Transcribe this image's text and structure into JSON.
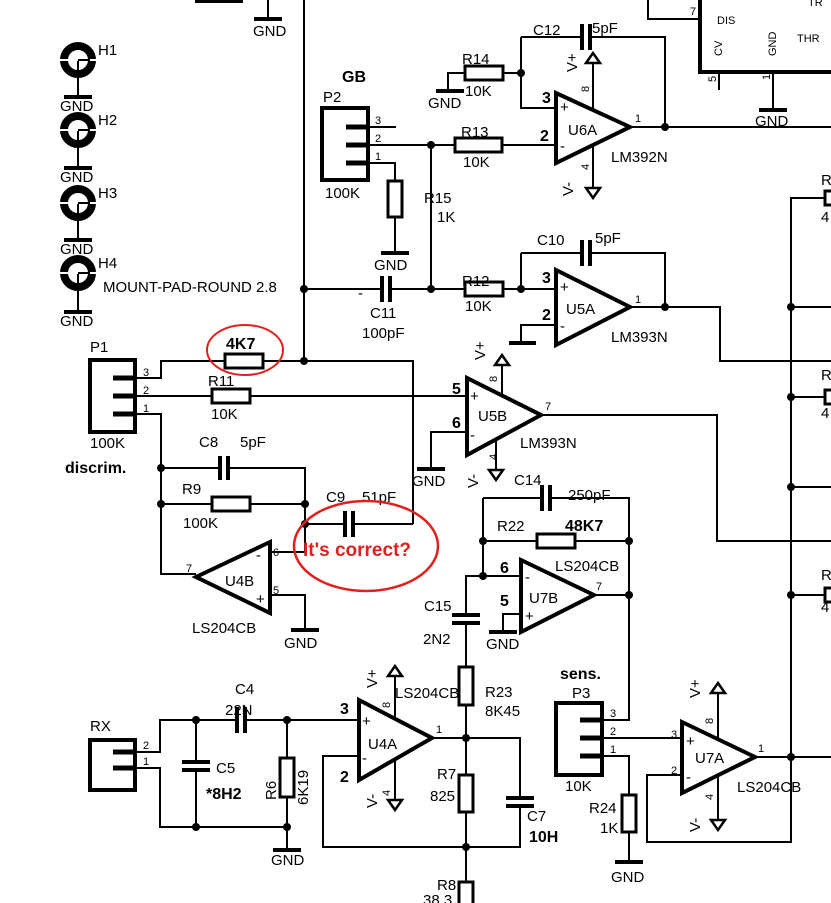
{
  "labels": {
    "gnd": "GND",
    "vplus": "V+",
    "vminus": "V-",
    "plus": "+",
    "minus": "-",
    "pin_numbers": {
      "1": "1",
      "2": "2",
      "3": "3",
      "4": "4",
      "5": "5",
      "6": "6",
      "7": "7",
      "8": "8"
    }
  },
  "mount_pads": {
    "H1": "H1",
    "H2": "H2",
    "H3": "H3",
    "H4": "H4",
    "type": "MOUNT-PAD-ROUND 2.8"
  },
  "connectors": {
    "P1": {
      "ref": "P1",
      "value": "100K",
      "name": "discrim."
    },
    "P2": {
      "ref": "P2",
      "value": "100K",
      "name": "GB"
    },
    "P3": {
      "ref": "P3",
      "value": "10K",
      "name": "sens."
    },
    "RX": {
      "ref": "RX"
    }
  },
  "resistors": {
    "R_unlabeled": {
      "value": "4K7"
    },
    "R6": {
      "ref": "R6",
      "value": "6K19"
    },
    "R7": {
      "ref": "R7",
      "value": "825"
    },
    "R8": {
      "ref": "R8",
      "value": "38.3"
    },
    "R9": {
      "ref": "R9",
      "value": "100K"
    },
    "R11": {
      "ref": "R11",
      "value": "10K"
    },
    "R12": {
      "ref": "R12",
      "value": "10K"
    },
    "R13": {
      "ref": "R13",
      "value": "10K"
    },
    "R14": {
      "ref": "R14",
      "value": "10K"
    },
    "R15": {
      "ref": "R15",
      "value": "1K"
    },
    "R22": {
      "ref": "R22",
      "value": "48K7"
    },
    "R23": {
      "ref": "R23",
      "value": "8K45"
    },
    "R24": {
      "ref": "R24",
      "value": "1K"
    },
    "R_partial": {
      "ref": "R",
      "value": "4"
    }
  },
  "capacitors": {
    "C4": {
      "ref": "C4",
      "value": "22N"
    },
    "C5": {
      "ref": "C5",
      "value": "*8H2"
    },
    "C7": {
      "ref": "C7",
      "value": "10H"
    },
    "C8": {
      "ref": "C8",
      "value": "5pF"
    },
    "C9": {
      "ref": "C9",
      "value": "51pF"
    },
    "C10": {
      "ref": "C10",
      "value": "5pF"
    },
    "C11": {
      "ref": "C11",
      "value": "100pF",
      "polarity": "-"
    },
    "C12": {
      "ref": "C12",
      "value": "5pF"
    },
    "C14": {
      "ref": "C14",
      "value": "250pF"
    },
    "C15": {
      "ref": "C15",
      "value": "2N2"
    }
  },
  "opamps": {
    "U4A": {
      "ref": "U4A",
      "part": "LS204CB"
    },
    "U4B": {
      "ref": "U4B",
      "part": "LS204CB"
    },
    "U5A": {
      "ref": "U5A",
      "part": "LM393N"
    },
    "U5B": {
      "ref": "U5B",
      "part": "LM393N"
    },
    "U6A": {
      "ref": "U6A",
      "part": "LM392N"
    },
    "U7A": {
      "ref": "U7A",
      "part": "LS204CB"
    },
    "U7B": {
      "ref": "U7B",
      "part": "LS204CB"
    }
  },
  "ic555": {
    "dis": "DIS",
    "cv": "CV",
    "gnd": "GND",
    "thr": "THR",
    "tr": "TR"
  },
  "annotations": {
    "question": "It's correct?",
    "color": "#e0201c"
  }
}
